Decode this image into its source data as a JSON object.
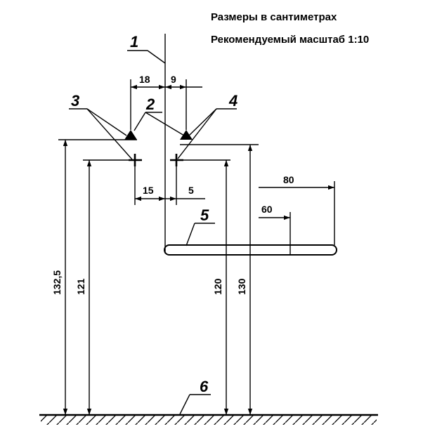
{
  "header": {
    "units_note": "Размеры в сантиметрах",
    "scale_note": "Рекомендуемый масштаб 1:10"
  },
  "callouts": {
    "c1": "1",
    "c2": "2",
    "c3": "3",
    "c4": "4",
    "c5": "5",
    "c6": "6"
  },
  "dimensions": {
    "d18": "18",
    "d9": "9",
    "d15": "15",
    "d5": "5",
    "d80": "80",
    "d60": "60",
    "d132_5": "132,5",
    "d121": "121",
    "d120": "120",
    "d130": "130"
  }
}
